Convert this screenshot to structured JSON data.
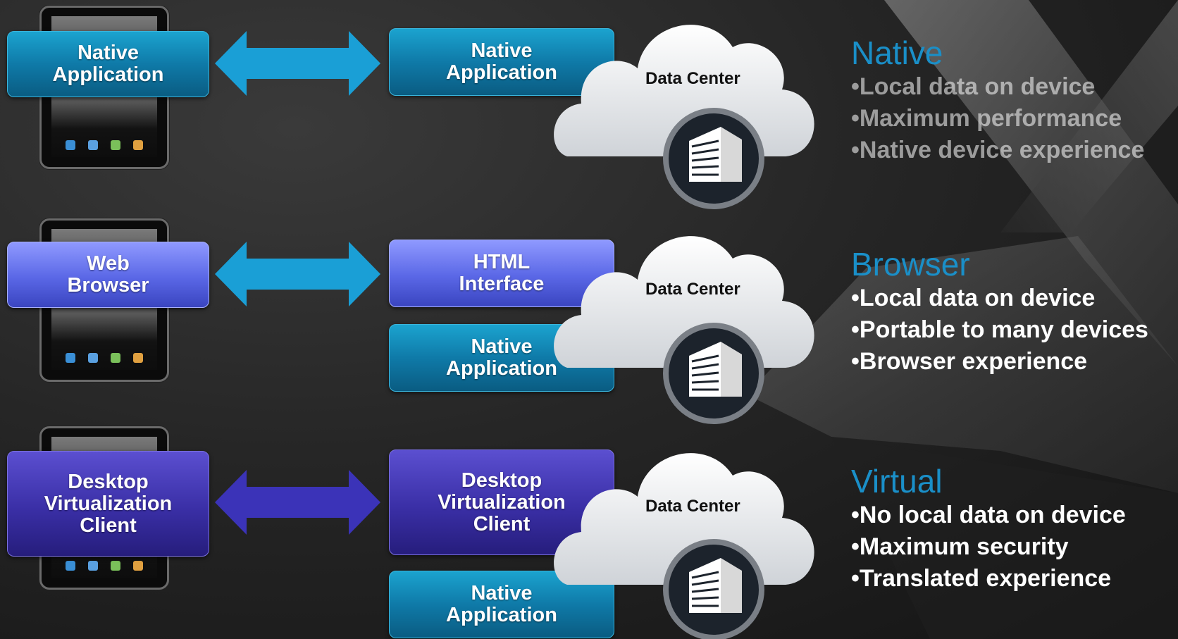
{
  "rows": [
    {
      "device_label": "Native\nApplication",
      "server_top_label": "Native\nApplication",
      "server_bottom_label": "",
      "cloud_label": "Data Center"
    },
    {
      "device_label": "Web\nBrowser",
      "server_top_label": "HTML\nInterface",
      "server_bottom_label": "Native\nApplication",
      "cloud_label": "Data Center"
    },
    {
      "device_label": "Desktop\nVirtualization\nClient",
      "server_top_label": "Desktop\nVirtualization\nClient",
      "server_bottom_label": "Native\nApplication",
      "cloud_label": "Data Center"
    }
  ],
  "sections": [
    {
      "title": "Native",
      "bullets": [
        "•Local data on device",
        "•Maximum performance",
        "•Native device experience"
      ]
    },
    {
      "title": "Browser",
      "bullets": [
        "•Local data on device",
        "•Portable to many devices",
        "•Browser experience"
      ]
    },
    {
      "title": "Virtual",
      "bullets": [
        "•No local data on device",
        "•Maximum security",
        "•Translated experience"
      ]
    }
  ],
  "colors": {
    "teal": "#0f7aa8",
    "blue": "#5a67e6",
    "purple": "#3a2fa6",
    "arrow_teal": "#1a9fd6",
    "arrow_purple": "#3b33b8",
    "title_blue": "#1a8fc8"
  },
  "icons": {
    "device": "tablet-icon",
    "arrow": "bidirectional-arrow-icon",
    "cloud": "cloud-icon",
    "building": "building-icon"
  }
}
